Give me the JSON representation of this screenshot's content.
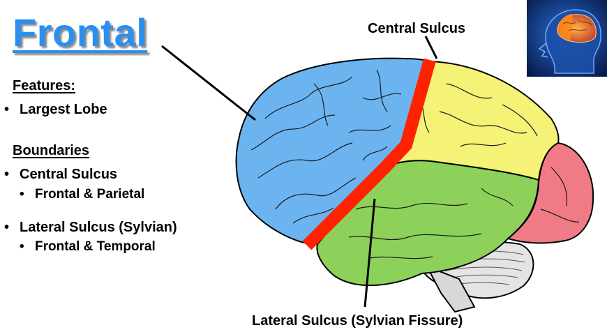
{
  "title": "Frontal",
  "features": {
    "heading": "Features:",
    "items": [
      "Largest Lobe"
    ]
  },
  "boundaries": {
    "heading": "Boundaries",
    "items": [
      {
        "label": "Central Sulcus",
        "sub": "Frontal & Parietal"
      },
      {
        "label": "Lateral Sulcus (Sylvian)",
        "sub": "Frontal & Temporal"
      }
    ]
  },
  "labels": {
    "central_sulcus": "Central Sulcus",
    "lateral_sulcus": "Lateral Sulcus (Sylvian Fissure)"
  },
  "colors": {
    "title": "#2b8ff0",
    "frontal": "#6cb4f0",
    "parietal": "#f4f277",
    "temporal": "#8ed15a",
    "occipital": "#f07a86",
    "cerebellum": "#e4e4e4",
    "central_sulcus_marker": "#ff2200"
  },
  "icons": [
    "brain-thumbnail-icon"
  ]
}
